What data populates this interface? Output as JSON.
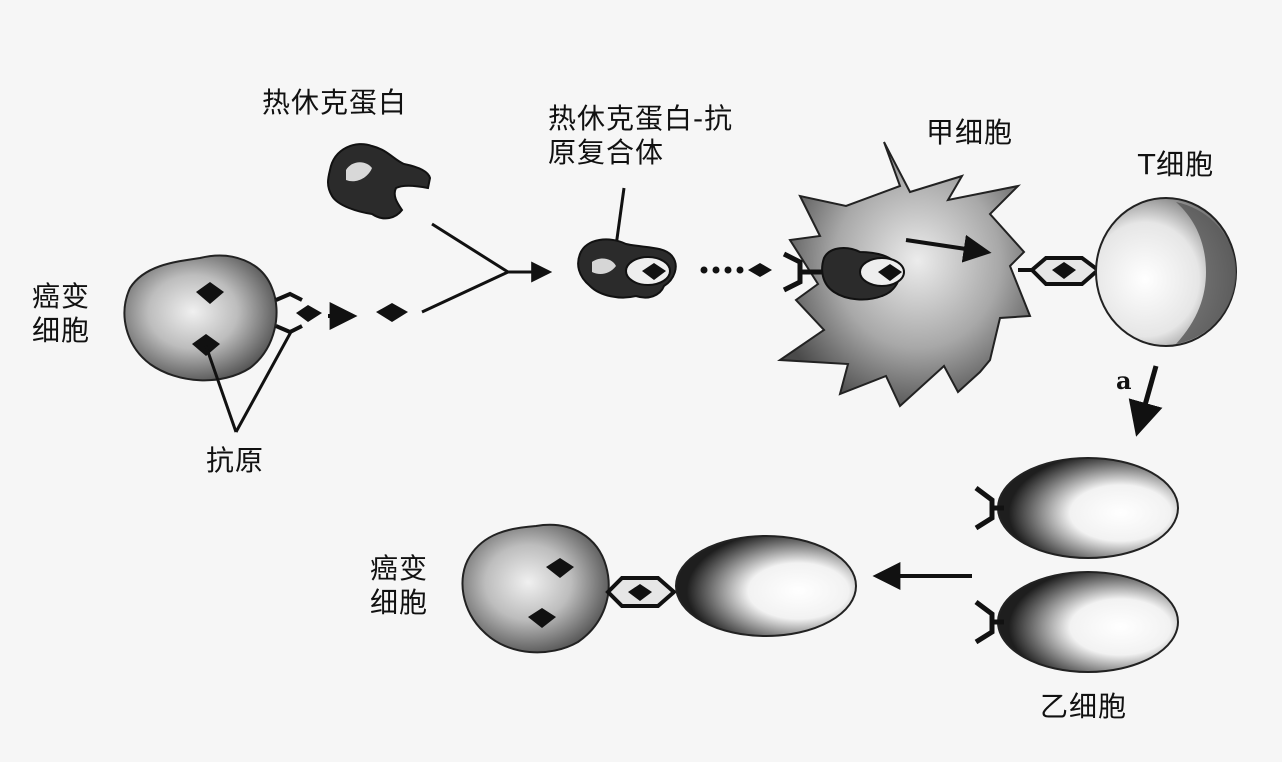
{
  "labels": {
    "cancer_cell_top": "癌变\n细胞",
    "antigen": "抗原",
    "heat_shock_protein": "热休克蛋白",
    "complex": "热休克蛋白-抗\n原复合体",
    "cell_jia": "甲细胞",
    "t_cell": "T细胞",
    "arrow_a": "a",
    "cancer_cell_bottom": "癌变\n细胞",
    "cell_yi": "乙细胞"
  },
  "colors": {
    "background": "#f6f6f6",
    "ink": "#111111",
    "cell_shade": "#6a6a6a",
    "cell_light": "#ededed"
  }
}
